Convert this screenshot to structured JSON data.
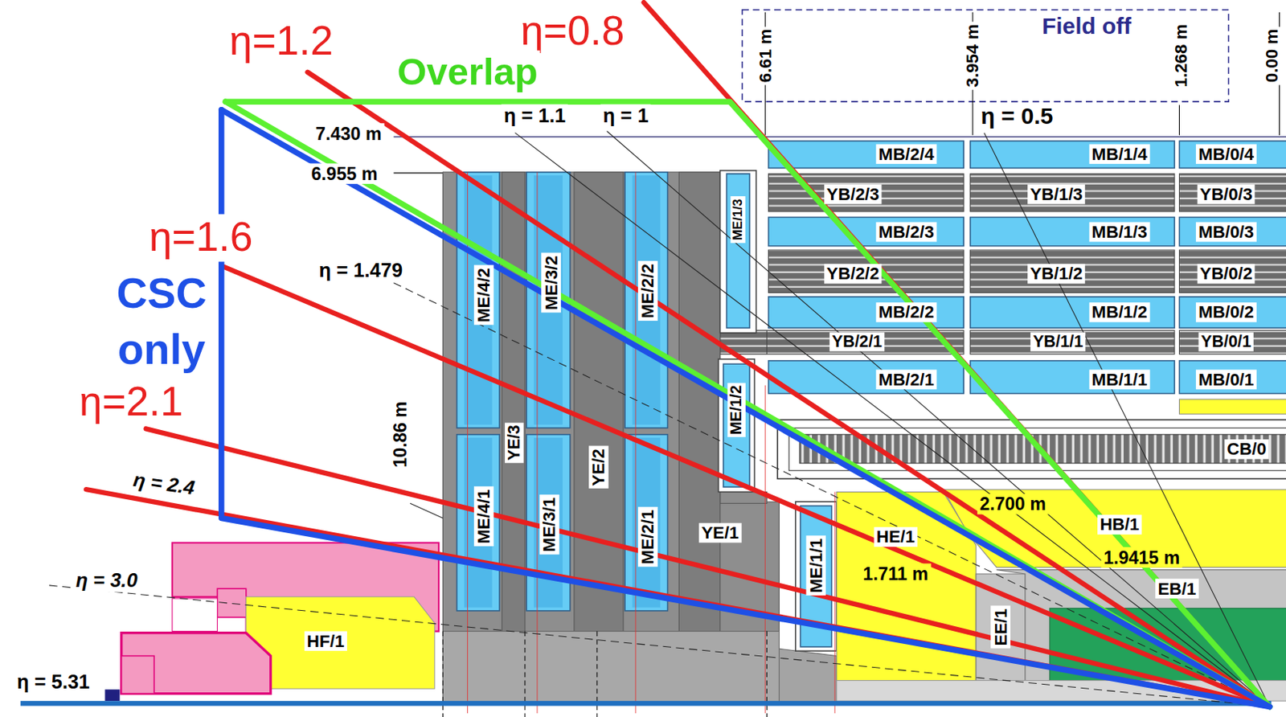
{
  "diagram": {
    "nodes": [
      {
        "text": [
          "MB/2/4"
        ]
      },
      {
        "text": [
          "MB/1/4"
        ]
      },
      {
        "text": [
          "MB/0/4"
        ]
      },
      {
        "text": [
          "YB/2/3"
        ]
      },
      {
        "text": [
          "YB/1/3"
        ]
      },
      {
        "text": [
          "YB/0/3"
        ]
      },
      {
        "text": [
          "MB/2/3"
        ]
      },
      {
        "text": [
          "MB/1/3"
        ]
      },
      {
        "text": [
          "MB/0/3"
        ]
      },
      {
        "text": [
          "YB/2/2"
        ]
      },
      {
        "text": [
          "YB/1/2"
        ]
      },
      {
        "text": [
          "YB/0/2"
        ]
      },
      {
        "text": [
          "MB/2/2"
        ]
      },
      {
        "text": [
          "MB/1/2"
        ]
      },
      {
        "text": [
          "MB/0/2"
        ]
      },
      {
        "text": [
          "YB/2/1"
        ]
      },
      {
        "text": [
          "YB/1/1"
        ]
      },
      {
        "text": [
          "YB/0/1"
        ]
      },
      {
        "text": [
          "MB/2/1"
        ]
      },
      {
        "text": [
          "MB/1/1"
        ]
      },
      {
        "text": [
          "MB/0/1"
        ]
      },
      {
        "text": [
          "CB/0"
        ]
      },
      {
        "text": [
          "ME/4/2"
        ]
      },
      {
        "text": [
          "ME/3/2"
        ]
      },
      {
        "text": [
          "ME/2/2"
        ]
      },
      {
        "text": [
          "ME/1/3"
        ]
      },
      {
        "text": [
          "ME/1/2"
        ]
      },
      {
        "text": [
          "YE/3"
        ]
      },
      {
        "text": [
          "YE/2"
        ]
      },
      {
        "text": [
          "YE/1"
        ]
      },
      {
        "text": [
          "ME/4/1"
        ]
      },
      {
        "text": [
          "ME/3/1"
        ]
      },
      {
        "text": [
          "ME/2/1"
        ]
      },
      {
        "text": [
          "ME/1/1"
        ]
      },
      {
        "text": [
          "HE/1"
        ]
      },
      {
        "text": [
          "HB/1"
        ]
      },
      {
        "text": [
          "EB/1"
        ]
      },
      {
        "text": [
          "EE/1"
        ]
      },
      {
        "text": [
          "HF/1"
        ]
      }
    ],
    "labels": [
      "η=1.2",
      "η=0.8",
      "Overlap",
      "Field off",
      "6.61 m",
      "3.954 m",
      "1.268 m",
      "0.00 m",
      "η = 1.1",
      "η = 1",
      "η = 0.5",
      "7.430 m",
      "6.955 m",
      "η=1.6",
      "η = 1.479",
      "CSC only",
      "η=2.1",
      "10.86 m",
      "η = 2.4",
      "2.700 m",
      "1.9415 m",
      "1.711 m",
      "η = 3.0",
      "η = 5.31"
    ]
  }
}
